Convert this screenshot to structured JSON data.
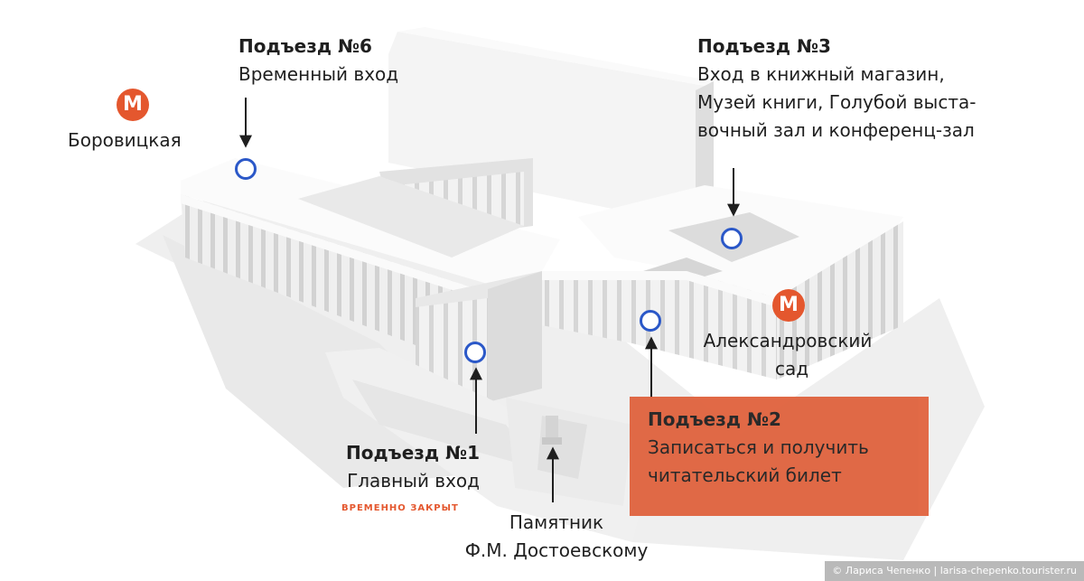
{
  "entrances": {
    "e6": {
      "title": "Подъезд №6",
      "lines": [
        "Временный вход"
      ]
    },
    "e3": {
      "title": "Подъезд №3",
      "lines": [
        "Вход в книжный магазин,",
        "Музей книги, Голубой выста-",
        "вочный зал и конференц-зал"
      ]
    },
    "e2": {
      "title": "Подъезд №2",
      "lines": [
        "Записаться и получить",
        "читательский билет"
      ]
    },
    "e1": {
      "title": "Подъезд №1",
      "lines": [
        "Главный вход"
      ],
      "note": "ВРЕМЕННО ЗАКРЫТ"
    }
  },
  "metro": {
    "logo": "М",
    "borovitskaya": "Боровицкая",
    "alexandrovsky": [
      "Александровский",
      "сад"
    ]
  },
  "monument": [
    "Памятник",
    "Ф.М. Достоевскому"
  ],
  "credit": "© Лариса Чепенко | larisa-chepenko.tourister.ru",
  "colors": {
    "accent": "#e0623d",
    "metro": "#e4572e",
    "marker": "#2b58c8"
  },
  "icons": [
    "metro-logo-icon",
    "entrance-marker-icon",
    "arrow-icon"
  ]
}
